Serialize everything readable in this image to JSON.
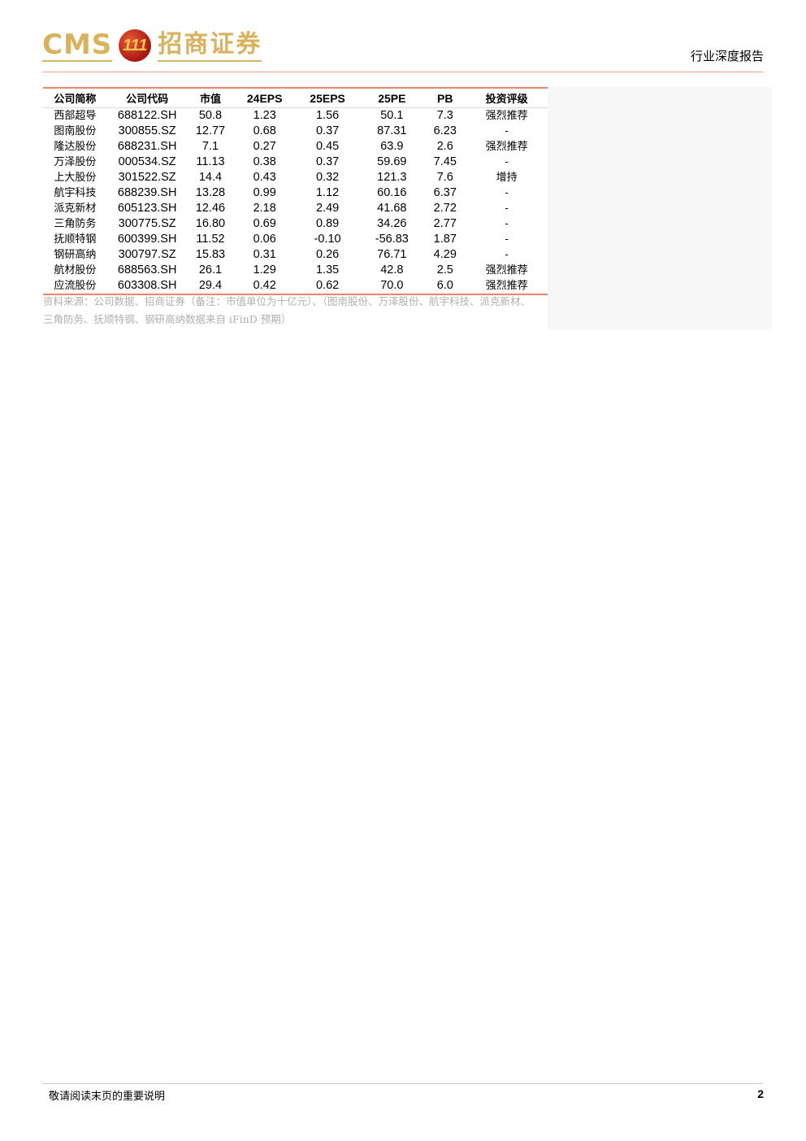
{
  "header": {
    "logo_en": "CMS",
    "logo_mark": "111",
    "logo_cn": "招商证券",
    "report_type": "行业深度报告"
  },
  "table": {
    "columns": [
      "公司简称",
      "公司代码",
      "市值",
      "24EPS",
      "25EPS",
      "25PE",
      "PB",
      "投资评级"
    ],
    "rows": [
      [
        "西部超导",
        "688122.SH",
        "50.8",
        "1.23",
        "1.56",
        "50.1",
        "7.3",
        "强烈推荐"
      ],
      [
        "图南股份",
        "300855.SZ",
        "12.77",
        "0.68",
        "0.37",
        "87.31",
        "6.23",
        "-"
      ],
      [
        "隆达股份",
        "688231.SH",
        "7.1",
        "0.27",
        "0.45",
        "63.9",
        "2.6",
        "强烈推荐"
      ],
      [
        "万泽股份",
        "000534.SZ",
        "11.13",
        "0.38",
        "0.37",
        "59.69",
        "7.45",
        "-"
      ],
      [
        "上大股份",
        "301522.SZ",
        "14.4",
        "0.43",
        "0.32",
        "121.3",
        "7.6",
        "增持"
      ],
      [
        "航宇科技",
        "688239.SH",
        "13.28",
        "0.99",
        "1.12",
        "60.16",
        "6.37",
        "-"
      ],
      [
        "派克新材",
        "605123.SH",
        "12.46",
        "2.18",
        "2.49",
        "41.68",
        "2.72",
        "-"
      ],
      [
        "三角防务",
        "300775.SZ",
        "16.80",
        "0.69",
        "0.89",
        "34.26",
        "2.77",
        "-"
      ],
      [
        "抚顺特钢",
        "600399.SH",
        "11.52",
        "0.06",
        "-0.10",
        "-56.83",
        "1.87",
        "-"
      ],
      [
        "钢研高纳",
        "300797.SZ",
        "15.83",
        "0.31",
        "0.26",
        "76.71",
        "4.29",
        "-"
      ],
      [
        "航材股份",
        "688563.SH",
        "26.1",
        "1.29",
        "1.35",
        "42.8",
        "2.5",
        "强烈推荐"
      ],
      [
        "应流股份",
        "603308.SH",
        "29.4",
        "0.42",
        "0.62",
        "70.0",
        "6.0",
        "强烈推荐"
      ]
    ],
    "source": "资料来源：公司数据、招商证券（备注：市值单位为十亿元）、（图南股份、万泽股份、航宇科技、派克新材、三角防务、抚顺特钢、钢研高纳数据来自 iFinD 预期）"
  },
  "footer": {
    "note": "敬请阅读末页的重要说明",
    "page": "2"
  }
}
